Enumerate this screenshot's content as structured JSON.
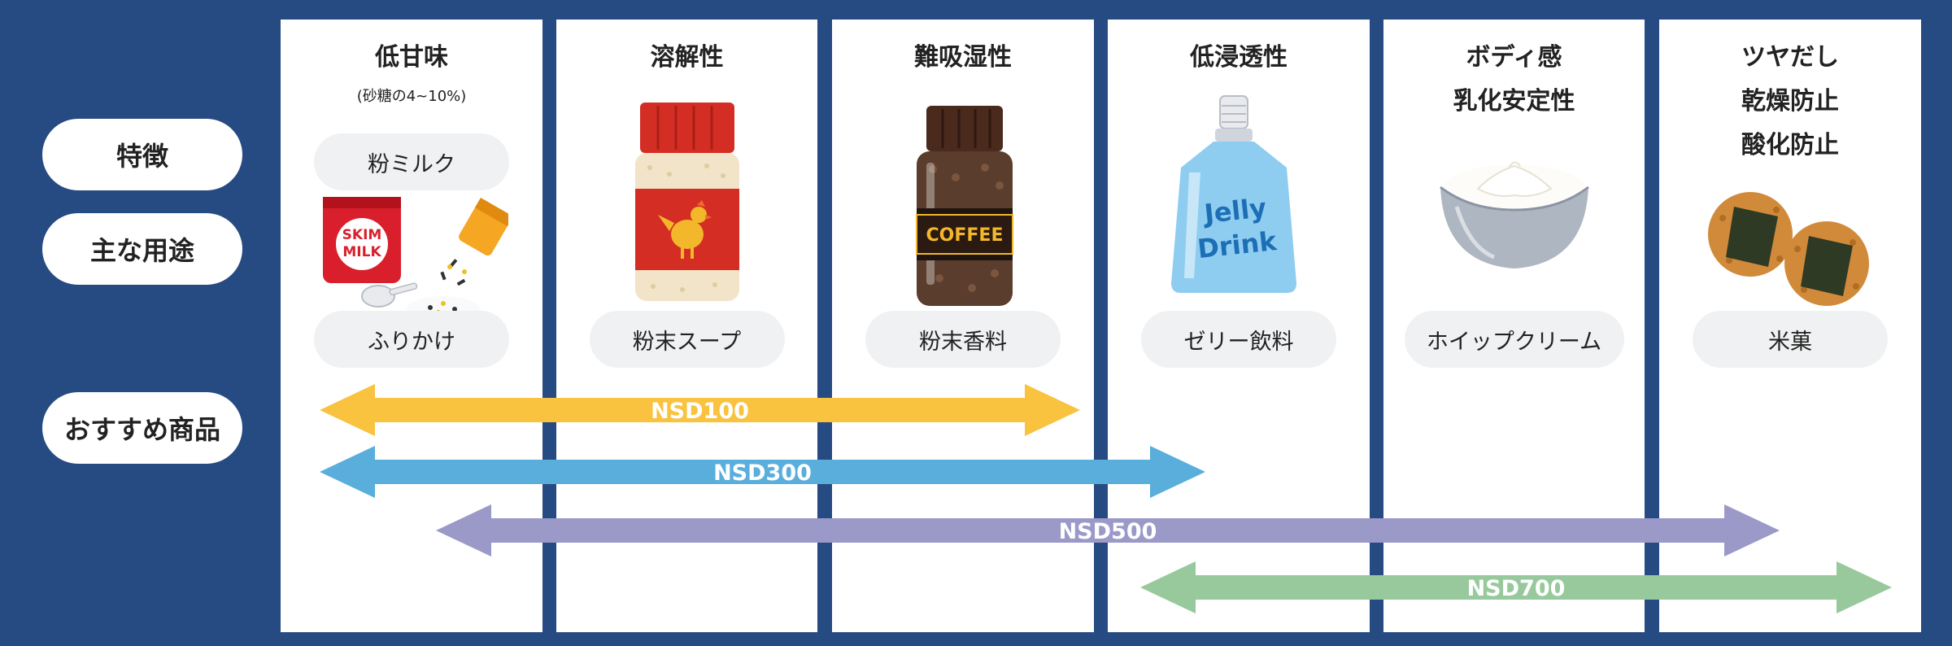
{
  "row_labels": {
    "features": "特徴",
    "uses": "主な用途",
    "recommended": "おすすめ商品"
  },
  "columns": [
    {
      "title_lines": [
        "低甘味"
      ],
      "subtitle": "(砂糖の4~10%)",
      "uses": [
        "粉ミルク",
        "ふりかけ"
      ],
      "illustration": "skim-milk-bag-and-rice-bowl",
      "illustration_text": [
        "SKIM",
        "MILK"
      ]
    },
    {
      "title_lines": [
        "溶解性"
      ],
      "subtitle": "",
      "uses": [
        "粉末スープ"
      ],
      "illustration": "soup-powder-jar-rooster",
      "illustration_text": []
    },
    {
      "title_lines": [
        "難吸湿性"
      ],
      "subtitle": "",
      "uses": [
        "粉末香料"
      ],
      "illustration": "coffee-jar",
      "illustration_text": [
        "COFFEE"
      ]
    },
    {
      "title_lines": [
        "低浸透性"
      ],
      "subtitle": "",
      "uses": [
        "ゼリー飲料"
      ],
      "illustration": "jelly-drink-pouch",
      "illustration_text": [
        "Jelly",
        "Drink"
      ]
    },
    {
      "title_lines": [
        "ボディ感",
        "乳化安定性"
      ],
      "subtitle": "",
      "uses": [
        "ホイップクリーム"
      ],
      "illustration": "whipped-cream-bowl",
      "illustration_text": []
    },
    {
      "title_lines": [
        "ツヤだし",
        "乾燥防止",
        "酸化防止"
      ],
      "subtitle": "",
      "uses": [
        "米菓"
      ],
      "illustration": "rice-crackers-with-seaweed",
      "illustration_text": []
    }
  ],
  "products": [
    {
      "name": "NSD100",
      "from_col": 0,
      "to_col": 2,
      "color": "#f9c23f"
    },
    {
      "name": "NSD300",
      "from_col": 0,
      "to_col": 3,
      "color": "#5aaedc"
    },
    {
      "name": "NSD500",
      "from_col": 0,
      "to_col": 5,
      "color": "#9a99c8"
    },
    {
      "name": "NSD700",
      "from_col": 3,
      "to_col": 5,
      "color": "#98c99c"
    }
  ],
  "colors": {
    "background": "#264a82",
    "panel": "#ffffff",
    "chip": "#f0f1f3"
  }
}
